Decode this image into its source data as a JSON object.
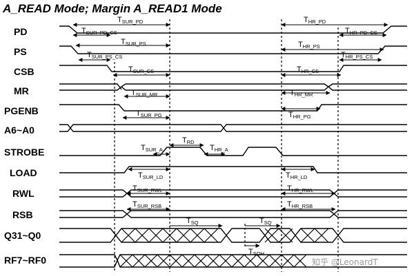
{
  "title": "A_READ Mode; Margin A_READ1 Mode",
  "signals": [
    {
      "id": "pd",
      "label": "PD"
    },
    {
      "id": "ps",
      "label": "PS"
    },
    {
      "id": "csb",
      "label": "CSB"
    },
    {
      "id": "mr",
      "label": "MR"
    },
    {
      "id": "pgenb",
      "label": "PGENB"
    },
    {
      "id": "addr",
      "label": "A6~A0"
    },
    {
      "id": "strobe",
      "label": "STROBE"
    },
    {
      "id": "load",
      "label": "LOAD"
    },
    {
      "id": "rwl",
      "label": "RWL"
    },
    {
      "id": "rsb",
      "label": "RSB"
    },
    {
      "id": "q",
      "label": "Q31~Q0"
    },
    {
      "id": "rf",
      "label": "RF7~RF0"
    }
  ],
  "timings": [
    {
      "id": "tsur-pd",
      "main": "T",
      "sub": "SUR_PD"
    },
    {
      "id": "tsur-pd-cs",
      "main": "T",
      "sub": "SUR_PD_CS"
    },
    {
      "id": "tsur-ps",
      "main": "T",
      "sub": "SUR_PS"
    },
    {
      "id": "tsur-ps-cs",
      "main": "T",
      "sub": "SUR_PS_CS"
    },
    {
      "id": "tsur-cs",
      "main": "T",
      "sub": "SUR_CS"
    },
    {
      "id": "tsur-mr",
      "main": "T",
      "sub": "SUR_MR"
    },
    {
      "id": "tsur-pg",
      "main": "T",
      "sub": "SUR_PG"
    },
    {
      "id": "tsur-a",
      "main": "T",
      "sub": "SUR_A"
    },
    {
      "id": "trd",
      "main": "T",
      "sub": "RD"
    },
    {
      "id": "thr-a",
      "main": "T",
      "sub": "HR_A"
    },
    {
      "id": "tsur-ld",
      "main": "T",
      "sub": "SUR_LD"
    },
    {
      "id": "tsur-rwl",
      "main": "T",
      "sub": "SUR_RWL"
    },
    {
      "id": "tsur-rsb",
      "main": "T",
      "sub": "SUR_RSB"
    },
    {
      "id": "tsq-1",
      "main": "T",
      "sub": "SQ"
    },
    {
      "id": "tsq-2",
      "main": "T",
      "sub": "SQ"
    },
    {
      "id": "tsqh",
      "main": "T",
      "sub": "SQH"
    },
    {
      "id": "thr-pd",
      "main": "T",
      "sub": "HR_PD"
    },
    {
      "id": "thr-pd-cs",
      "main": "T",
      "sub": "HR_PD_CS"
    },
    {
      "id": "thr-ps",
      "main": "T",
      "sub": "HR_PS"
    },
    {
      "id": "thr-ps-cs",
      "main": "T",
      "sub": "HR_PS_CS"
    },
    {
      "id": "thr-cs",
      "main": "T",
      "sub": "HR_CS"
    },
    {
      "id": "thr-mr",
      "main": "T",
      "sub": "HR_MR"
    },
    {
      "id": "thr-pg",
      "main": "T",
      "sub": "HR_PG"
    },
    {
      "id": "thr-ld",
      "main": "T",
      "sub": "HR_LD"
    },
    {
      "id": "thr-rwl",
      "main": "T",
      "sub": "HR_RWL"
    },
    {
      "id": "thr-rsb",
      "main": "T",
      "sub": "HR_RSB"
    }
  ],
  "watermark": "知乎 @LeonardT"
}
